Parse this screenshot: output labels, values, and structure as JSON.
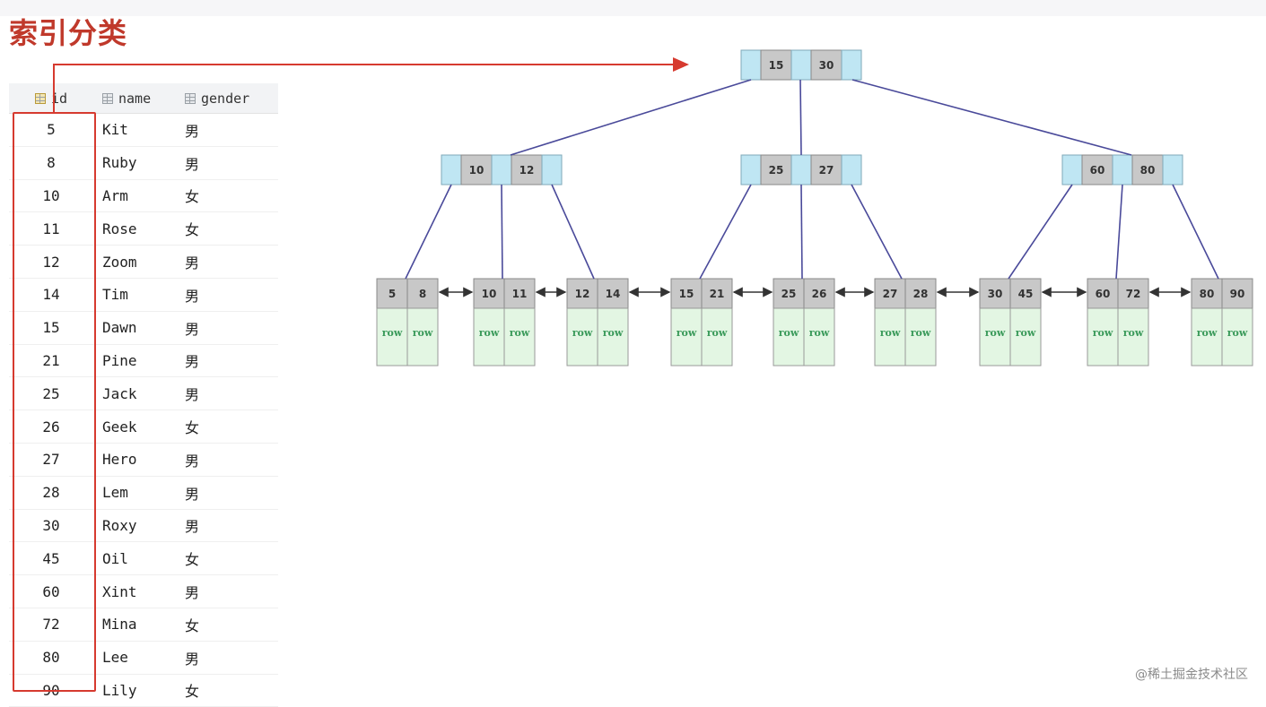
{
  "title": "索引分类",
  "table": {
    "headers": [
      "id",
      "name",
      "gender"
    ],
    "rows": [
      [
        "5",
        "Kit",
        "男"
      ],
      [
        "8",
        "Ruby",
        "男"
      ],
      [
        "10",
        "Arm",
        "女"
      ],
      [
        "11",
        "Rose",
        "女"
      ],
      [
        "12",
        "Zoom",
        "男"
      ],
      [
        "14",
        "Tim",
        "男"
      ],
      [
        "15",
        "Dawn",
        "男"
      ],
      [
        "21",
        "Pine",
        "男"
      ],
      [
        "25",
        "Jack",
        "男"
      ],
      [
        "26",
        "Geek",
        "女"
      ],
      [
        "27",
        "Hero",
        "男"
      ],
      [
        "28",
        "Lem",
        "男"
      ],
      [
        "30",
        "Roxy",
        "男"
      ],
      [
        "45",
        "Oil",
        "女"
      ],
      [
        "60",
        "Xint",
        "男"
      ],
      [
        "72",
        "Mina",
        "女"
      ],
      [
        "80",
        "Lee",
        "男"
      ],
      [
        "90",
        "Lily",
        "女"
      ]
    ]
  },
  "tree": {
    "root": [
      "15",
      "30"
    ],
    "internal": [
      [
        "10",
        "12"
      ],
      [
        "25",
        "27"
      ],
      [
        "60",
        "80"
      ]
    ],
    "leaves": [
      [
        "5",
        "8"
      ],
      [
        "10",
        "11"
      ],
      [
        "12",
        "14"
      ],
      [
        "15",
        "21"
      ],
      [
        "25",
        "26"
      ],
      [
        "27",
        "28"
      ],
      [
        "30",
        "45"
      ],
      [
        "60",
        "72"
      ],
      [
        "80",
        "90"
      ]
    ],
    "row_label": "row"
  },
  "colors": {
    "title": "#c0392b",
    "highlight": "#d63a2f",
    "key_cell": "#c8c8c8",
    "pointer_cell": "#bfe6f3",
    "row_cell": "#e3f6e3",
    "row_text": "#3a9a5a",
    "edge": "#4a4a9a"
  },
  "watermark": "@稀土掘金技术社区"
}
